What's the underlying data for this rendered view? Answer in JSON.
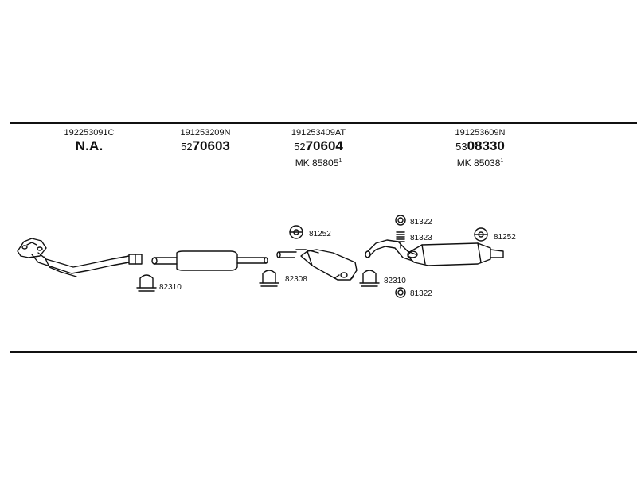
{
  "columns": [
    {
      "part_number": "192253091C",
      "label": "N.A."
    },
    {
      "part_number": "191253209N",
      "order_prefix": "52",
      "order_main": "70603"
    },
    {
      "part_number": "191253409AT",
      "order_prefix": "52",
      "order_main": "70604",
      "mk": "MK 85805",
      "mk_sup": "1"
    },
    {
      "part_number": "191253609N",
      "order_prefix": "53",
      "order_main": "08330",
      "mk": "MK 85038",
      "mk_sup": "1"
    }
  ],
  "part_labels": {
    "clamp_a": "82310",
    "clamp_b": "82308",
    "clamp_c": "82310",
    "hanger_a": "81252",
    "hanger_b": "81252",
    "ring_top": "81322",
    "spring": "81323",
    "ring_bottom": "81322"
  },
  "colors": {
    "line": "#111111",
    "background": "#ffffff"
  }
}
